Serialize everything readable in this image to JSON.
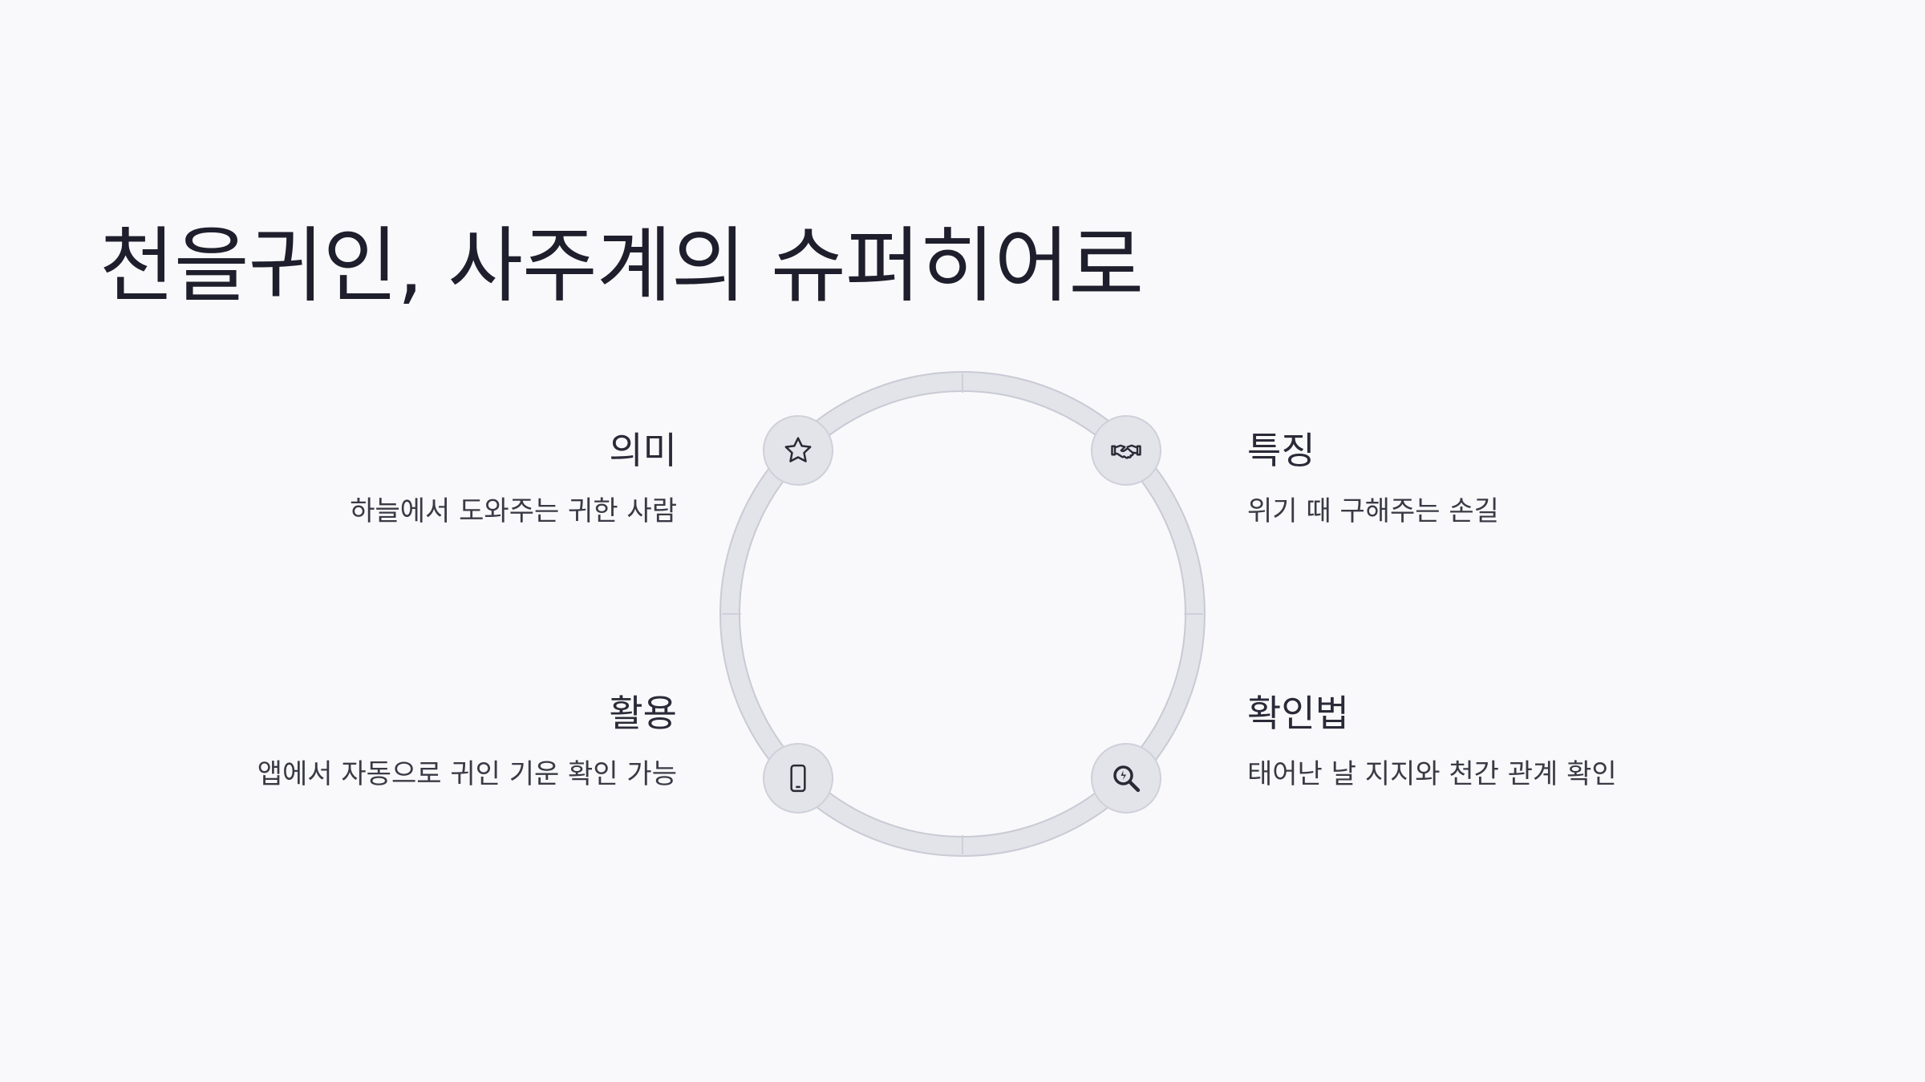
{
  "title": "천을귀인, 사주계의 슈퍼히어로",
  "items": [
    {
      "key": "meaning",
      "title": "의미",
      "description": "하늘에서 도와주는 귀한 사람",
      "icon": "star-icon"
    },
    {
      "key": "feature",
      "title": "특징",
      "description": "위기 때 구해주는 손길",
      "icon": "handshake-icon"
    },
    {
      "key": "usage",
      "title": "활용",
      "description": "앱에서 자동으로 귀인 기운 확인 가능",
      "icon": "smartphone-icon"
    },
    {
      "key": "check",
      "title": "확인법",
      "description": "태어난 날 지지와 천간 관계 확인",
      "icon": "search-icon"
    }
  ],
  "colors": {
    "background": "#f9f9fb",
    "ring": "#e3e3ea",
    "ring_border": "#c9cad4",
    "text": "#1e1e2c"
  }
}
